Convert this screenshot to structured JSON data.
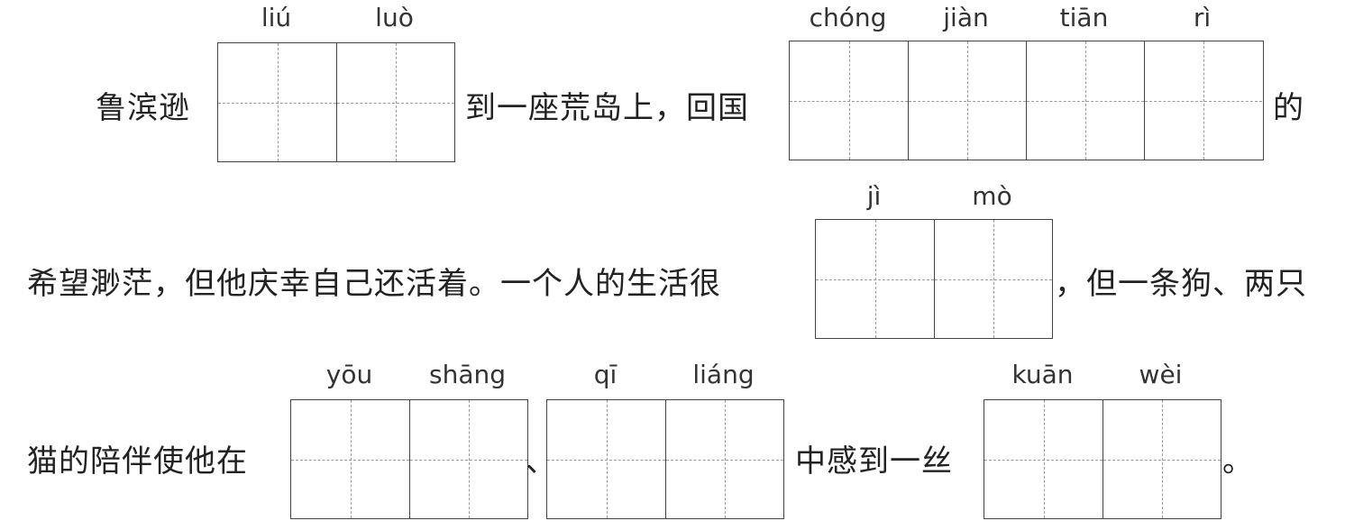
{
  "lines": [
    {
      "segments": [
        {
          "type": "text",
          "text": "鲁滨逊"
        },
        {
          "type": "boxes",
          "pinyin": [
            "liú",
            "luò"
          ]
        },
        {
          "type": "text",
          "text": "到一座荒岛上，回国"
        },
        {
          "type": "boxes",
          "pinyin": [
            "chóng",
            "jiàn",
            "tiān",
            "rì"
          ]
        },
        {
          "type": "text",
          "text": "的"
        }
      ]
    },
    {
      "segments": [
        {
          "type": "text",
          "text": "希望渺茫，但他庆幸自己还活着。一个人的生活很"
        },
        {
          "type": "boxes",
          "pinyin": [
            "jì",
            "mò"
          ]
        },
        {
          "type": "text",
          "text": "，但一条狗、两只"
        }
      ]
    },
    {
      "segments": [
        {
          "type": "text",
          "text": "猫的陪伴使他在"
        },
        {
          "type": "boxes",
          "pinyin": [
            "yōu",
            "shāng"
          ]
        },
        {
          "type": "text",
          "text": "、"
        },
        {
          "type": "boxes",
          "pinyin": [
            "qī",
            "liáng"
          ]
        },
        {
          "type": "text",
          "text": "中感到一丝"
        },
        {
          "type": "boxes",
          "pinyin": [
            "kuān",
            "wèi"
          ]
        },
        {
          "type": "text",
          "text": "。"
        }
      ]
    }
  ]
}
